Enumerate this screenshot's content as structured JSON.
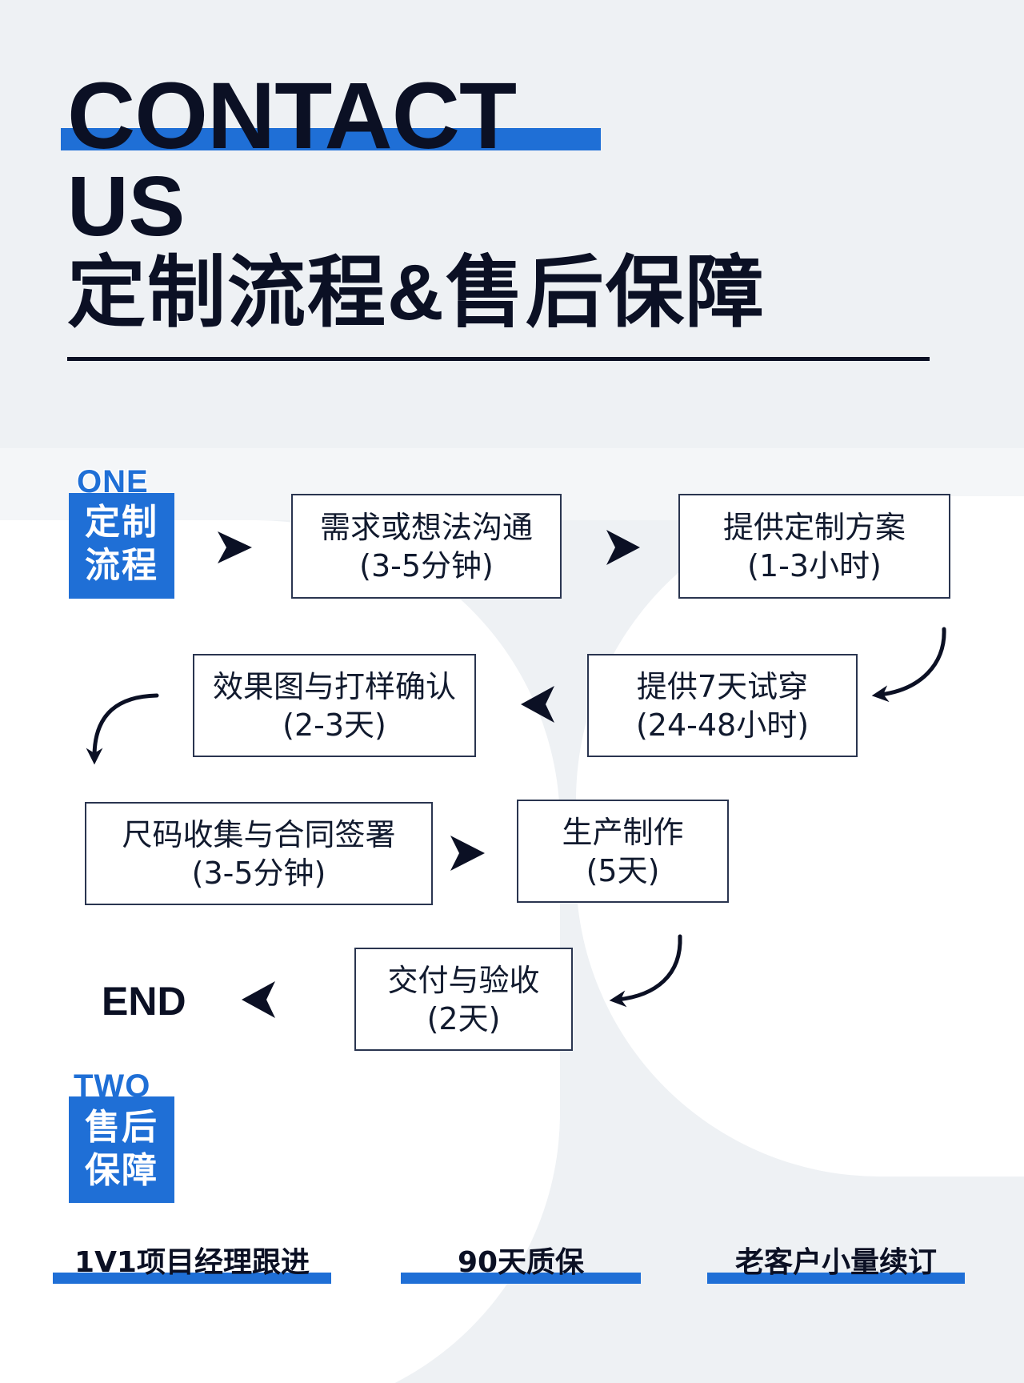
{
  "header": {
    "title_line1": "CONTACT",
    "title_line2": "US",
    "title_line3": "定制流程&售后保障"
  },
  "section_one": {
    "eng": "ONE",
    "cn_line1": "定制",
    "cn_line2": "流程"
  },
  "steps": [
    {
      "title": "需求或想法沟通",
      "time": "(3-5分钟)"
    },
    {
      "title": "提供定制方案",
      "time": "(1-3小时)"
    },
    {
      "title": "提供7天试穿",
      "time": "(24-48小时)"
    },
    {
      "title": "效果图与打样确认",
      "time": "(2-3天)"
    },
    {
      "title": "尺码收集与合同签署",
      "time": "(3-5分钟)"
    },
    {
      "title": "生产制作",
      "time": "(5天)"
    },
    {
      "title": "交付与验收",
      "time": "(2天)"
    }
  ],
  "end_label": "END",
  "section_two": {
    "eng": "TWO",
    "cn_line1": "售后",
    "cn_line2": "保障"
  },
  "features": [
    "1V1项目经理跟进",
    "90天质保",
    "老客户小量续订"
  ],
  "colors": {
    "accent": "#1f6fd6",
    "ink": "#0b1024",
    "background": "#eef1f4"
  }
}
